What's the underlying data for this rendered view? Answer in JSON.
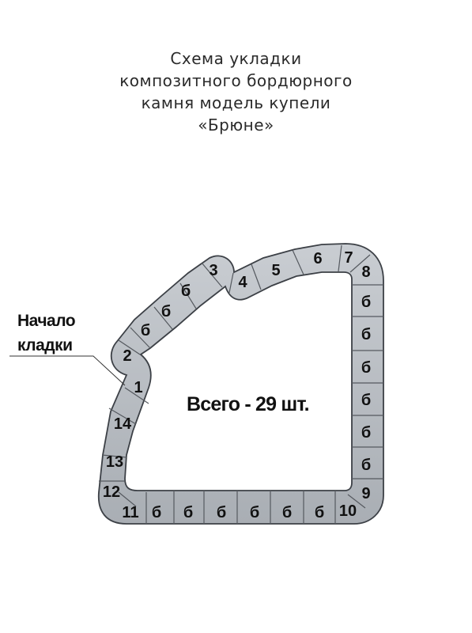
{
  "title": {
    "line1": "Схема укладки",
    "line2": "композитного бордюрного",
    "line3": "камня модель купели",
    "line4": "«Брюне»"
  },
  "start_label": {
    "line1": "Начало",
    "line2": "кладки"
  },
  "total": "Всего - 29 шт.",
  "colors": {
    "stone_fill": "#b9bec4",
    "stone_stroke": "#3c4046",
    "joint": "#55595f"
  },
  "stones": {
    "s1": "1",
    "s2": "2",
    "s3": "3",
    "s4": "4",
    "s5": "5",
    "s6": "6",
    "s7": "7",
    "s8": "8",
    "s9": "9",
    "s10": "10",
    "s11": "11",
    "s12": "12",
    "s13": "13",
    "s14": "14",
    "b": "б"
  }
}
